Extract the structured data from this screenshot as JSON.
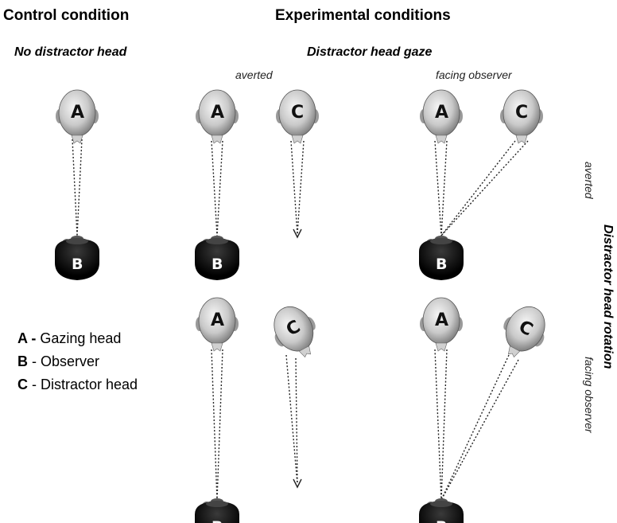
{
  "headers": {
    "control": "Control condition",
    "experimental": "Experimental conditions",
    "no_distractor": "No distractor head",
    "distractor_gaze": "Distractor head gaze",
    "gaze_averted": "averted",
    "gaze_facing": "facing observer"
  },
  "rotation": {
    "title": "Distractor head rotation",
    "averted": "averted",
    "facing": "facing observer"
  },
  "legend": [
    {
      "key": "A",
      "sep": " - ",
      "text": "Gazing head"
    },
    {
      "key": "B",
      "sep": " - ",
      "text": "Observer"
    },
    {
      "key": "C",
      "sep": " - ",
      "text": "Distractor head"
    }
  ],
  "head_labels": {
    "a": "A",
    "b": "B",
    "c": "C"
  },
  "colors": {
    "head_light": "#f2f2f2",
    "head_dark": "#8a8a8a",
    "observer": "#000000"
  }
}
